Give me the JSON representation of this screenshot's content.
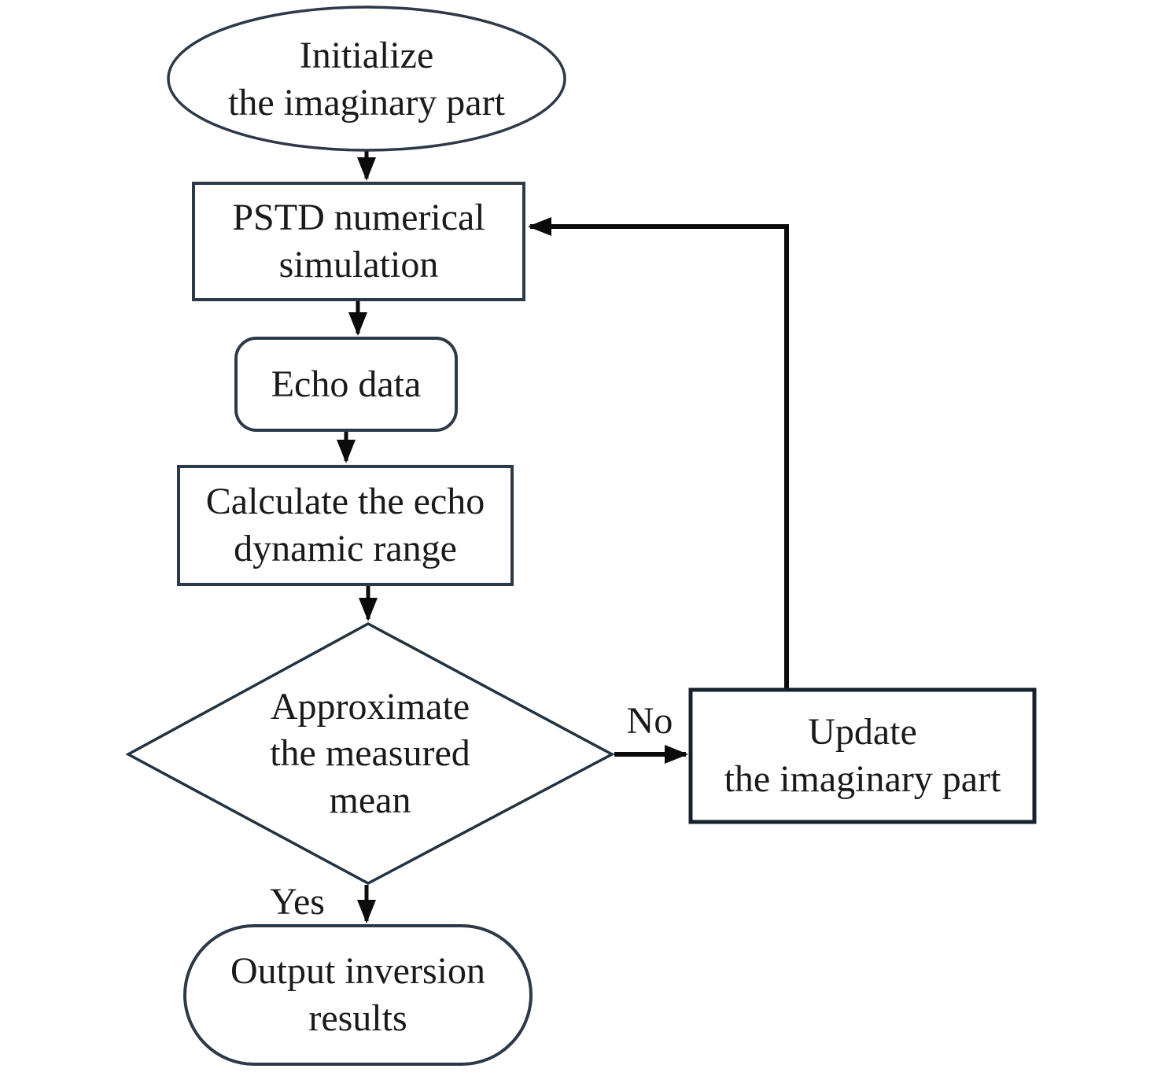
{
  "diagram": {
    "type": "flowchart",
    "background": "#ffffff",
    "colors": {
      "shape_border": "#2c3948",
      "decision_border": "#223240",
      "arrow": "#0b0b0b",
      "text": "#1a1a1a",
      "shape_fill": "#ffffff"
    },
    "nodes": {
      "start": {
        "shape": "ellipse",
        "label": "Initialize\nthe imaginary part"
      },
      "pstd": {
        "shape": "rectangle",
        "label": "PSTD numerical\nsimulation"
      },
      "echo": {
        "shape": "rounded-rectangle",
        "label": "Echo data"
      },
      "calc": {
        "shape": "rectangle",
        "label": "Calculate the echo\ndynamic range"
      },
      "decision": {
        "shape": "diamond",
        "label": "Approximate\nthe measured\nmean"
      },
      "update": {
        "shape": "rectangle",
        "label": "Update\nthe imaginary part"
      },
      "output": {
        "shape": "stadium",
        "label": "Output inversion\nresults"
      }
    },
    "edge_labels": {
      "yes": "Yes",
      "no": "No"
    },
    "edges": [
      {
        "from": "start",
        "to": "pstd",
        "label": ""
      },
      {
        "from": "pstd",
        "to": "echo",
        "label": ""
      },
      {
        "from": "echo",
        "to": "calc",
        "label": ""
      },
      {
        "from": "calc",
        "to": "decision",
        "label": ""
      },
      {
        "from": "decision",
        "to": "output",
        "label": "Yes"
      },
      {
        "from": "decision",
        "to": "update",
        "label": "No"
      },
      {
        "from": "update",
        "to": "pstd",
        "label": ""
      }
    ]
  }
}
